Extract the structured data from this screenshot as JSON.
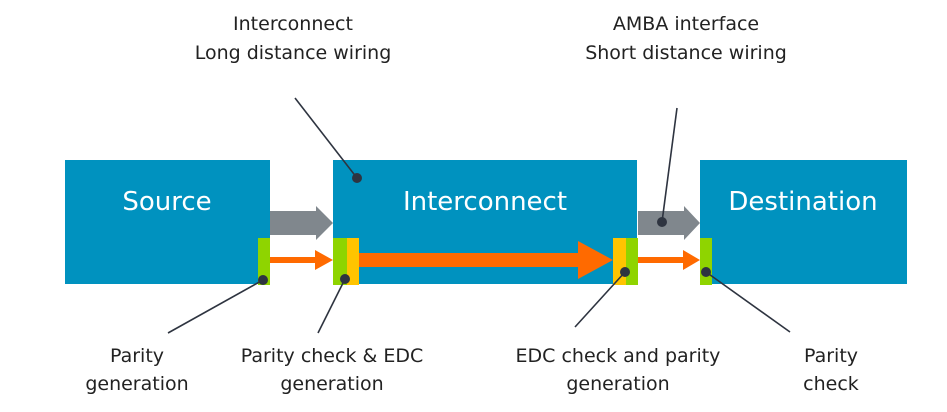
{
  "colors": {
    "box": "#0092bf",
    "gray_arrow": "#80878d",
    "orange": "#ff6a00",
    "green": "#8fd400",
    "yellow": "#ffc400",
    "leader": "#2e3440"
  },
  "top_labels": {
    "interconnect": {
      "line1": "Interconnect",
      "line2": "Long distance wiring"
    },
    "amba": {
      "line1": "AMBA interface",
      "line2": "Short distance wiring"
    }
  },
  "boxes": {
    "source": "Source",
    "interconnect": "Interconnect",
    "destination": "Destination"
  },
  "bottom_labels": [
    {
      "line1": "Parity",
      "line2": "generation"
    },
    {
      "line1": "Parity check & EDC",
      "line2": "generation"
    },
    {
      "line1": "EDC check and parity",
      "line2": "generation"
    },
    {
      "line1": "Parity",
      "line2": "check"
    }
  ]
}
